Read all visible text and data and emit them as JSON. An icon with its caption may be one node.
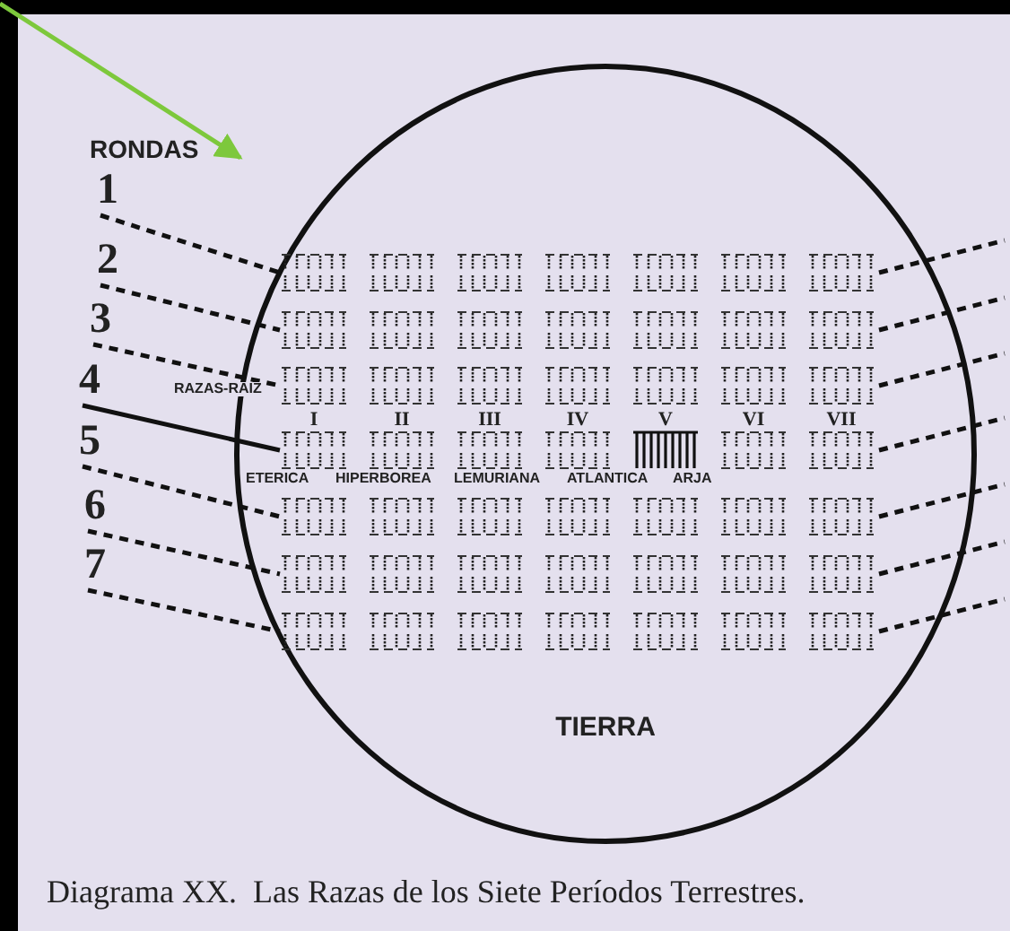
{
  "diagram": {
    "caption": "Diagrama XX.  Las Razas de los Siete Períodos Terrestres.",
    "nodes": [
      {
        "text": [
          "TIERRA"
        ]
      },
      {
        "text": [
          "RONDAS"
        ]
      },
      {
        "text": [
          "1"
        ]
      },
      {
        "text": [
          "2"
        ]
      },
      {
        "text": [
          "3"
        ]
      },
      {
        "text": [
          "4"
        ]
      },
      {
        "text": [
          "5"
        ]
      },
      {
        "text": [
          "6"
        ]
      },
      {
        "text": [
          "7"
        ]
      },
      {
        "text": [],
        "shape": "bar",
        "in": 0
      },
      {
        "text": [],
        "shape": "bar",
        "in": 0
      },
      {
        "text": [],
        "shape": "bar",
        "in": 0
      },
      {
        "text": [],
        "shape": "bar",
        "in": 0
      },
      {
        "text": [],
        "shape": "bar",
        "in": 0
      },
      {
        "text": [],
        "shape": "bar",
        "in": 0
      },
      {
        "text": [],
        "shape": "bar",
        "in": 0
      }
    ],
    "edges": [
      {
        "from": null,
        "to": 1,
        "arrow": "to",
        "color": "#7dc83c"
      },
      {
        "from": 2,
        "to": 9,
        "arrow": "none",
        "style": "dashed"
      },
      {
        "from": 3,
        "to": 10,
        "arrow": "none",
        "style": "dashed"
      },
      {
        "from": 4,
        "to": 11,
        "arrow": "none",
        "style": "dashed"
      },
      {
        "from": 5,
        "to": 12,
        "arrow": "none"
      },
      {
        "from": 6,
        "to": 13,
        "arrow": "none",
        "style": "dashed"
      },
      {
        "from": 7,
        "to": 14,
        "arrow": "none",
        "style": "dashed"
      },
      {
        "from": 8,
        "to": 15,
        "arrow": "none",
        "style": "dashed"
      },
      {
        "from": 9,
        "to": null,
        "arrow": "none",
        "style": "dashed"
      },
      {
        "from": 10,
        "to": null,
        "arrow": "none",
        "style": "dashed"
      },
      {
        "from": 11,
        "to": null,
        "arrow": "none",
        "style": "dashed"
      },
      {
        "from": 12,
        "to": null,
        "arrow": "none",
        "style": "dashed"
      },
      {
        "from": 13,
        "to": null,
        "arrow": "none",
        "style": "dashed"
      },
      {
        "from": 14,
        "to": null,
        "arrow": "none",
        "style": "dashed"
      },
      {
        "from": 15,
        "to": null,
        "arrow": "none",
        "style": "dashed"
      }
    ],
    "labels": [
      "RAZAS-RAIZ",
      "I",
      "II",
      "III",
      "IV",
      "V",
      "VI",
      "VII",
      "ETERICA",
      "HIPERBOREA",
      "LEMURIANA",
      "ATLANTICA",
      "ARJA"
    ]
  }
}
